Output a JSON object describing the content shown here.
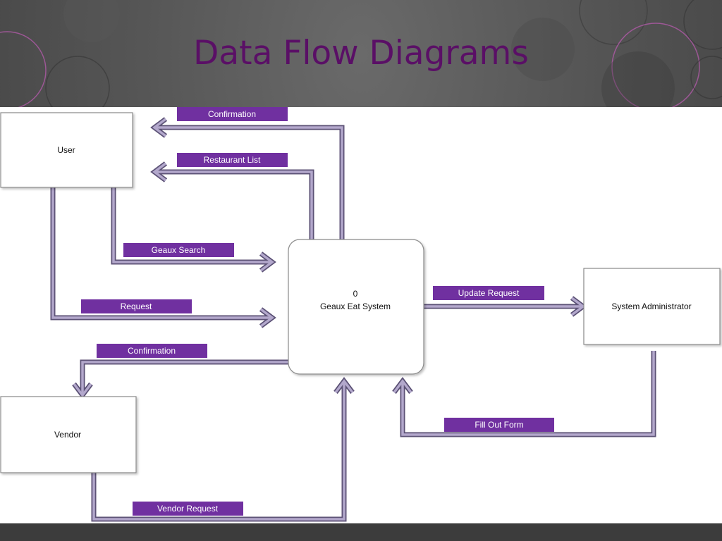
{
  "slide": {
    "title": "Data Flow Diagrams"
  },
  "nodes": {
    "user": "User",
    "vendor": "Vendor",
    "sysadmin": "System Administrator",
    "process_number": "0",
    "process_name": "Geaux Eat System"
  },
  "flows": {
    "confirmation_user": "Confirmation",
    "restaurant_list": "Restaurant List",
    "geaux_search": "Geaux Search",
    "request": "Request",
    "confirmation_vendor": "Confirmation",
    "update_request": "Update Request",
    "fill_out_form": "Fill Out Form",
    "vendor_request": "Vendor Request"
  },
  "colors": {
    "title": "#5a0f66",
    "label_fill": "#7030a0",
    "arrow_fill": "#b3a8cc",
    "arrow_stroke": "#5c5276",
    "box_stroke": "#8a8a8a"
  }
}
